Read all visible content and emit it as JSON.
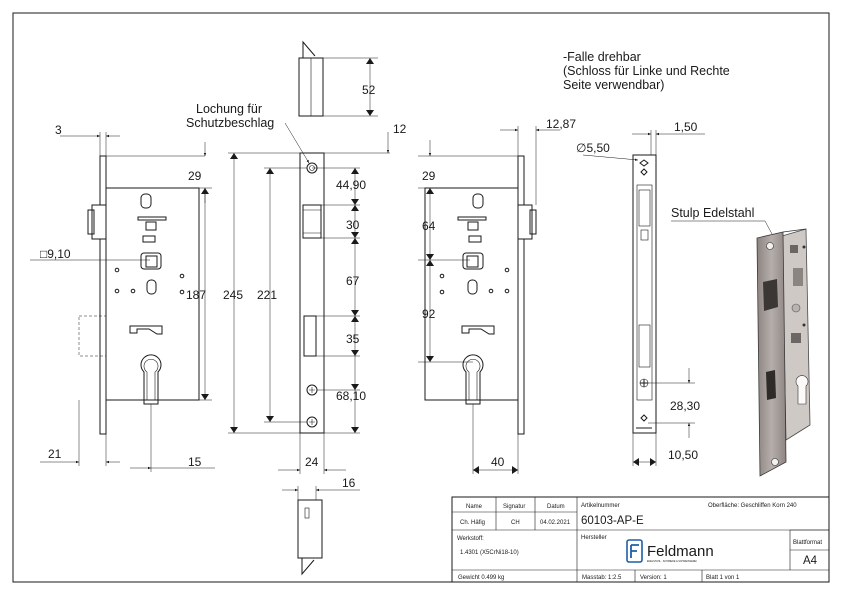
{
  "notes": {
    "falle_line1": "-Falle drehbar",
    "falle_line2": "(Schloss für Linke und Rechte",
    "falle_line3": "Seite verwendbar)",
    "lochung_line1": "Lochung für",
    "lochung_line2": "Schutzbeschlag",
    "stulp": "Stulp Edelstahl"
  },
  "dims": {
    "view1": {
      "d3": "3",
      "d29": "29",
      "d9_10": "□9,10",
      "d187": "187",
      "d21": "21",
      "d15": "15"
    },
    "view2": {
      "d52": "52",
      "d12": "12",
      "d44_90": "44,90",
      "d30": "30",
      "d67": "67",
      "d35": "35",
      "d68_10": "68,10",
      "d245": "245",
      "d221": "221",
      "d24": "24",
      "d16": "16"
    },
    "view3": {
      "d12_87": "12,87",
      "d29": "29",
      "d64": "64",
      "d92": "92",
      "d40": "40"
    },
    "view4": {
      "d1_50": "1,50",
      "d5_50": "∅5,50",
      "d28_30": "28,30",
      "d10_50": "10,50"
    }
  },
  "titleblock": {
    "name_h": "Name",
    "signatur_h": "Signatur",
    "datum_h": "Datum",
    "name": "Ch. Häfig",
    "signatur": "CH",
    "datum": "04.02.2021",
    "artikelnummer_h": "Artikelnummer",
    "oberflaeche": "Oberfläche: Geschliffen Korn 240",
    "artikelnummer": "60103-AP-E",
    "werkstoff_h": "Werkstoff:",
    "werkstoff": "1.4301 (X5CrNi18-10)",
    "hersteller_h": "Hersteller",
    "logo_text": "Feldmann",
    "logo_sub": "EDELSTAHL · SCHMIEDE & SCHWEISSEREI",
    "blattformat_h": "Blattformat",
    "blattformat": "A4",
    "gewicht": "Gewicht 0.499 kg",
    "massstab": "Masstab: 1:2.5",
    "version": "Version: 1",
    "blatt": "Blatt 1 von 1"
  },
  "colors": {
    "line": "#1a1a1a",
    "logo_blue": "#1f5fa8",
    "steel": "#a49b97"
  }
}
